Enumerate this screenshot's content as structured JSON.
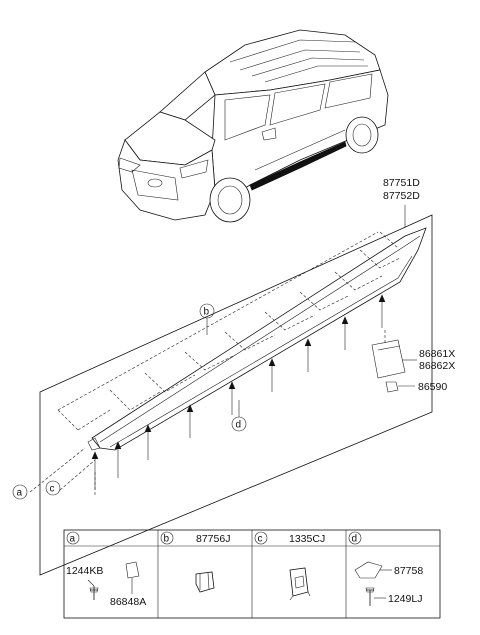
{
  "diagram": {
    "part_labels": {
      "moulding_lh": "87751D",
      "moulding_rh": "87752D",
      "bracket_lh": "86861X",
      "bracket_rh": "86862X",
      "nut": "86590"
    },
    "callouts": {
      "a": "a",
      "b": "b",
      "c": "c",
      "d": "d"
    },
    "legend_table": {
      "cells": [
        {
          "key": "a",
          "part": "",
          "sub_parts": [
            "1244KB",
            "86848A"
          ]
        },
        {
          "key": "b",
          "part": "87756J",
          "sub_parts": []
        },
        {
          "key": "c",
          "part": "1335CJ",
          "sub_parts": []
        },
        {
          "key": "d",
          "part": "",
          "sub_parts": [
            "87758",
            "1249LJ"
          ]
        }
      ]
    }
  }
}
